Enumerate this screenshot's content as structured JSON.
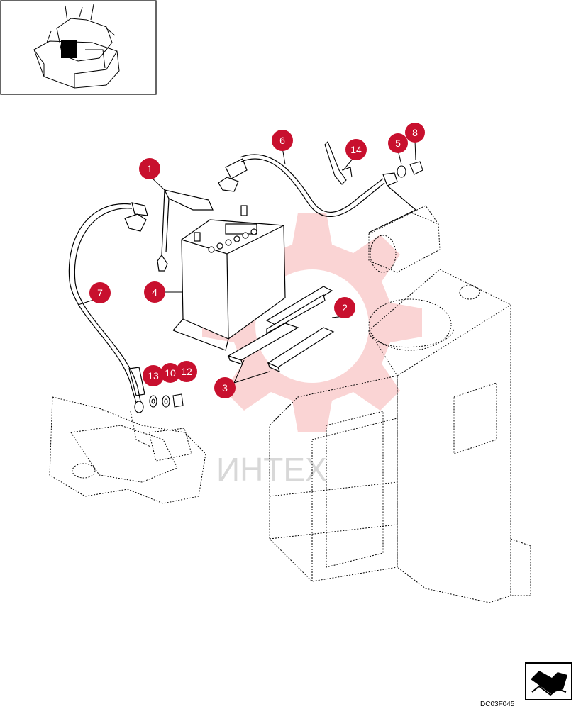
{
  "drawing_code": "DC03F045",
  "watermark": "ИНТЕХ",
  "callout_color": "#c8102e",
  "callouts": [
    {
      "id": "c1",
      "label": "1"
    },
    {
      "id": "c2",
      "label": "2"
    },
    {
      "id": "c3",
      "label": "3"
    },
    {
      "id": "c4",
      "label": "4"
    },
    {
      "id": "c5",
      "label": "5"
    },
    {
      "id": "c6",
      "label": "6"
    },
    {
      "id": "c7",
      "label": "7"
    },
    {
      "id": "c8",
      "label": "8"
    },
    {
      "id": "c10",
      "label": "10"
    },
    {
      "id": "c12",
      "label": "12"
    },
    {
      "id": "c13",
      "label": "13"
    },
    {
      "id": "c14",
      "label": "14"
    }
  ]
}
